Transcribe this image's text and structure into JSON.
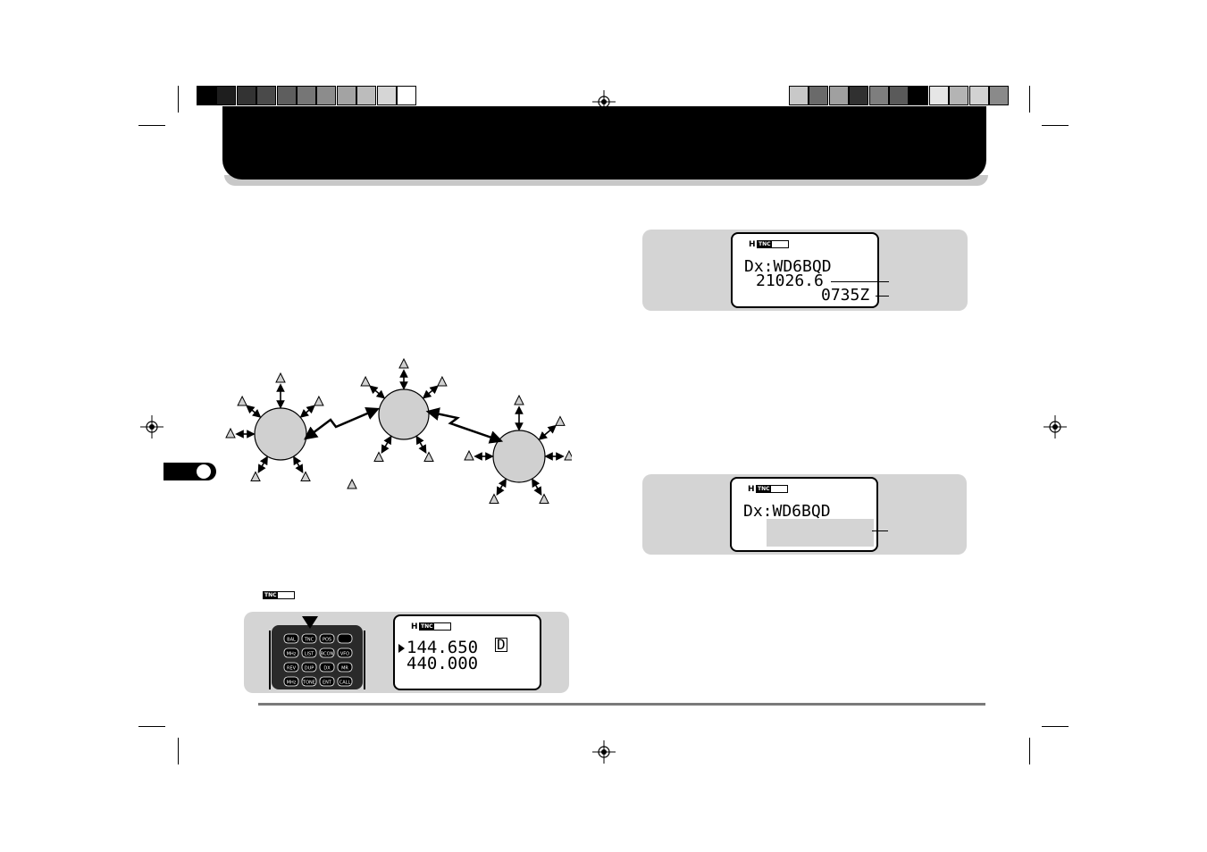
{
  "colors": {
    "swatches_left": [
      "#000000",
      "#1e1e1e",
      "#333333",
      "#4a4a4a",
      "#5e5e5e",
      "#767676",
      "#8c8c8c",
      "#a3a3a3",
      "#bcbcbc",
      "#d6d6d6",
      "#ffffff"
    ],
    "swatches_right": [
      "#c8c8c8",
      "#6a6a6a",
      "#a0a0a0",
      "#303030",
      "#7e7e7e",
      "#5a5a5a",
      "#000000",
      "#e6e6e6",
      "#b4b4b4",
      "#d2d2d2",
      "#8a8a8a"
    ],
    "panel": "#d4d4d4",
    "header": "#000000"
  },
  "icons": [
    "registration-mark-icon",
    "triangle-station-icon",
    "double-arrow-icon",
    "tnc-indicator-icon",
    "down-arrow-icon"
  ],
  "lcd_top": {
    "indicator": "H",
    "tnc_label": "TNC",
    "line1": "Dx:WD6BQD",
    "line2": "21026.6",
    "line3": "0735Z"
  },
  "lcd_mid": {
    "indicator": "H",
    "tnc_label": "TNC",
    "line1": "Dx:WD6BQD"
  },
  "lcd_bottom": {
    "indicator": "H",
    "tnc_label": "TNC",
    "line1": "144.650",
    "line1_suffix": "D",
    "line2": "440.000"
  },
  "keypad": {
    "keys": [
      "BAL",
      "TNC",
      "POS",
      "",
      "MHz",
      "LIST",
      "BCON",
      "VFO",
      "REV",
      "DUP",
      "DX",
      "MR",
      "MHz",
      "TONE",
      "ENT",
      "CALL"
    ]
  },
  "inline_tnc_label": "TNC"
}
